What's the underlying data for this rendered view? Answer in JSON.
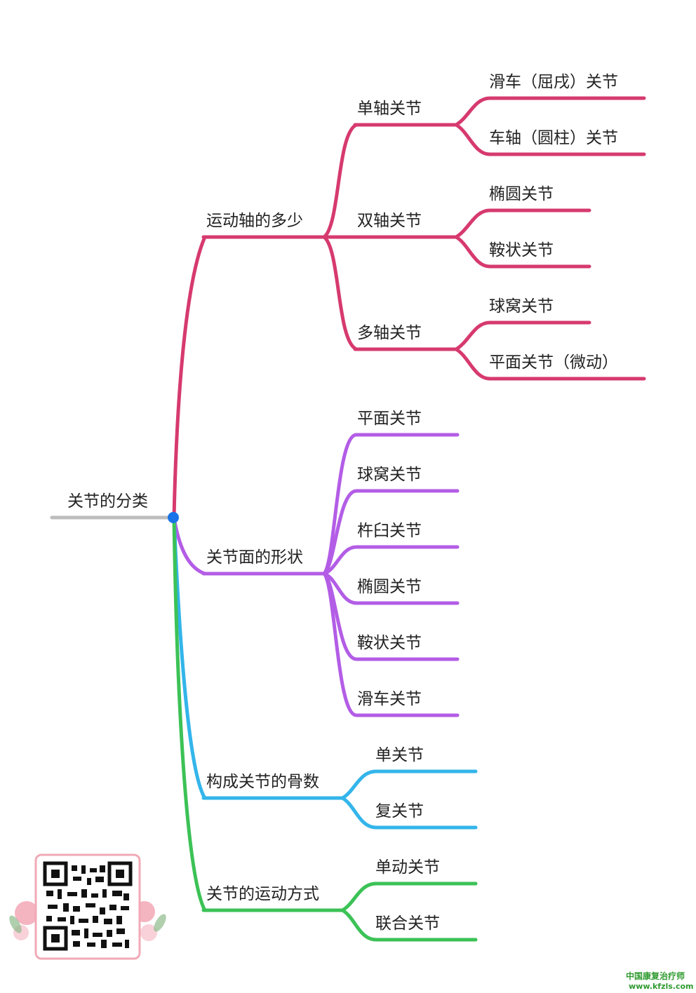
{
  "root": "关节的分类",
  "branches": [
    {
      "label": "运动轴的多少",
      "color": "#d63a6e",
      "children": [
        {
          "label": "单轴关节",
          "children": [
            "滑车（屈戌）关节",
            "车轴（圆柱）关节"
          ]
        },
        {
          "label": "双轴关节",
          "children": [
            "椭圆关节",
            "鞍状关节"
          ]
        },
        {
          "label": "多轴关节",
          "children": [
            "球窝关节",
            "平面关节（微动）"
          ]
        }
      ]
    },
    {
      "label": "关节面的形状",
      "color": "#b35de6",
      "children": [
        "平面关节",
        "球窝关节",
        "杵臼关节",
        "椭圆关节",
        "鞍状关节",
        "滑车关节"
      ]
    },
    {
      "label": "构成关节的骨数",
      "color": "#33b5ea",
      "children": [
        "单关节",
        "复关节"
      ]
    },
    {
      "label": "关节的运动方式",
      "color": "#3cc256",
      "children": [
        "单动关节",
        "联合关节"
      ]
    }
  ],
  "watermark": {
    "line1": "中国康复治疗师",
    "line2": "www.kfzls.com"
  }
}
